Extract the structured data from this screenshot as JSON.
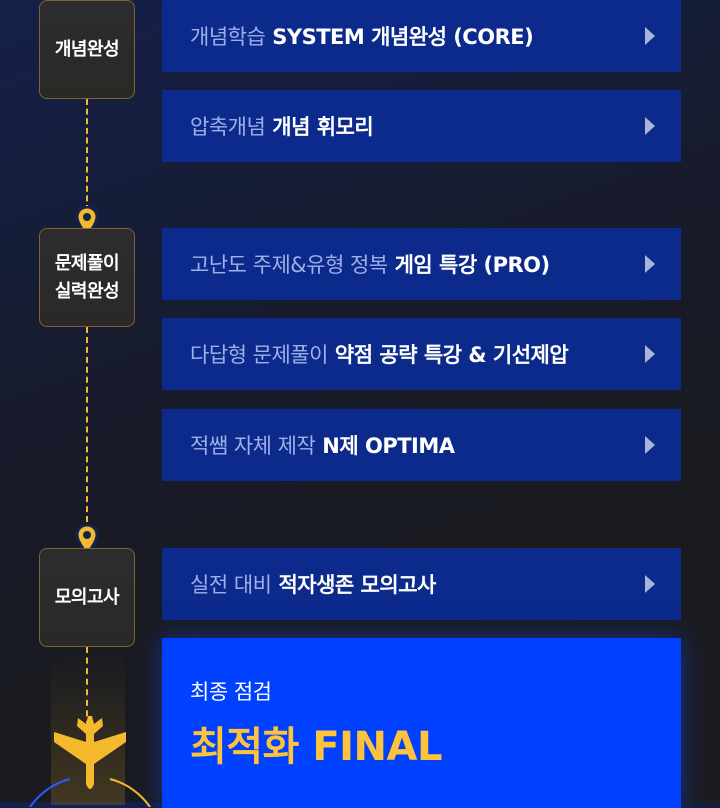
{
  "stages": [
    {
      "label": "개념완성"
    },
    {
      "label_line1": "문제풀이",
      "label_line2": "실력완성"
    },
    {
      "label": "모의고사"
    }
  ],
  "courses": [
    {
      "pre": "개념학습",
      "main": "SYSTEM 개념완성 (CORE)"
    },
    {
      "pre": "압축개념",
      "main": "개념 휘모리"
    },
    {
      "pre": "고난도 주제&유형 정복",
      "main": "게임 특강 (PRO)"
    },
    {
      "pre": "다답형 문제풀이",
      "main": "약점 공략 특강 & 기선제압"
    },
    {
      "pre": "적쌤 자체 제작",
      "main": "N제 OPTIMA"
    },
    {
      "pre": "실전 대비",
      "main": "적자생존 모의고사"
    }
  ],
  "final": {
    "sub": "최종 점검",
    "title": "최적화 FINAL"
  },
  "colors": {
    "accent": "#ffc33b",
    "card": "#0c2a8c",
    "final": "#0040ff"
  }
}
